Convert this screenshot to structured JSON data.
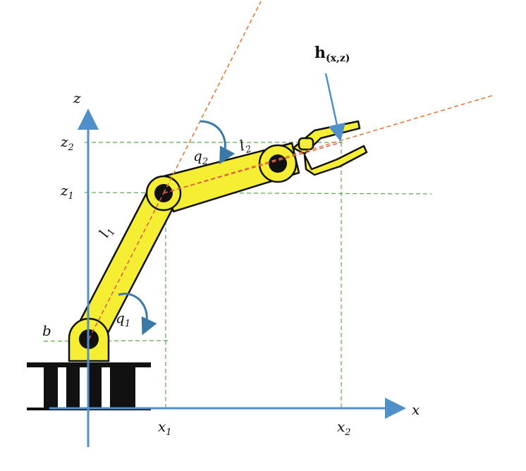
{
  "labels": {
    "z_axis": "z",
    "x_axis": "x",
    "z2": "z",
    "z2_sub": "2",
    "z1": "z",
    "z1_sub": "1",
    "b": "b",
    "x1": "x",
    "x1_sub": "1",
    "x2": "x",
    "x2_sub": "2",
    "l1": "l",
    "l1_sub": "1",
    "l2": "l",
    "l2_sub": "2",
    "q1": "q",
    "q1_sub": "1",
    "q2": "q",
    "q2_sub": "2",
    "h_main": "h",
    "h_sub": "(x,z)"
  },
  "colors": {
    "axis_blue": "#4f8fca",
    "guide_green": "#5aa84a",
    "ray_orange": "#e07b39",
    "arm_yellow": "#f5ee33",
    "outline_black": "#111111"
  }
}
